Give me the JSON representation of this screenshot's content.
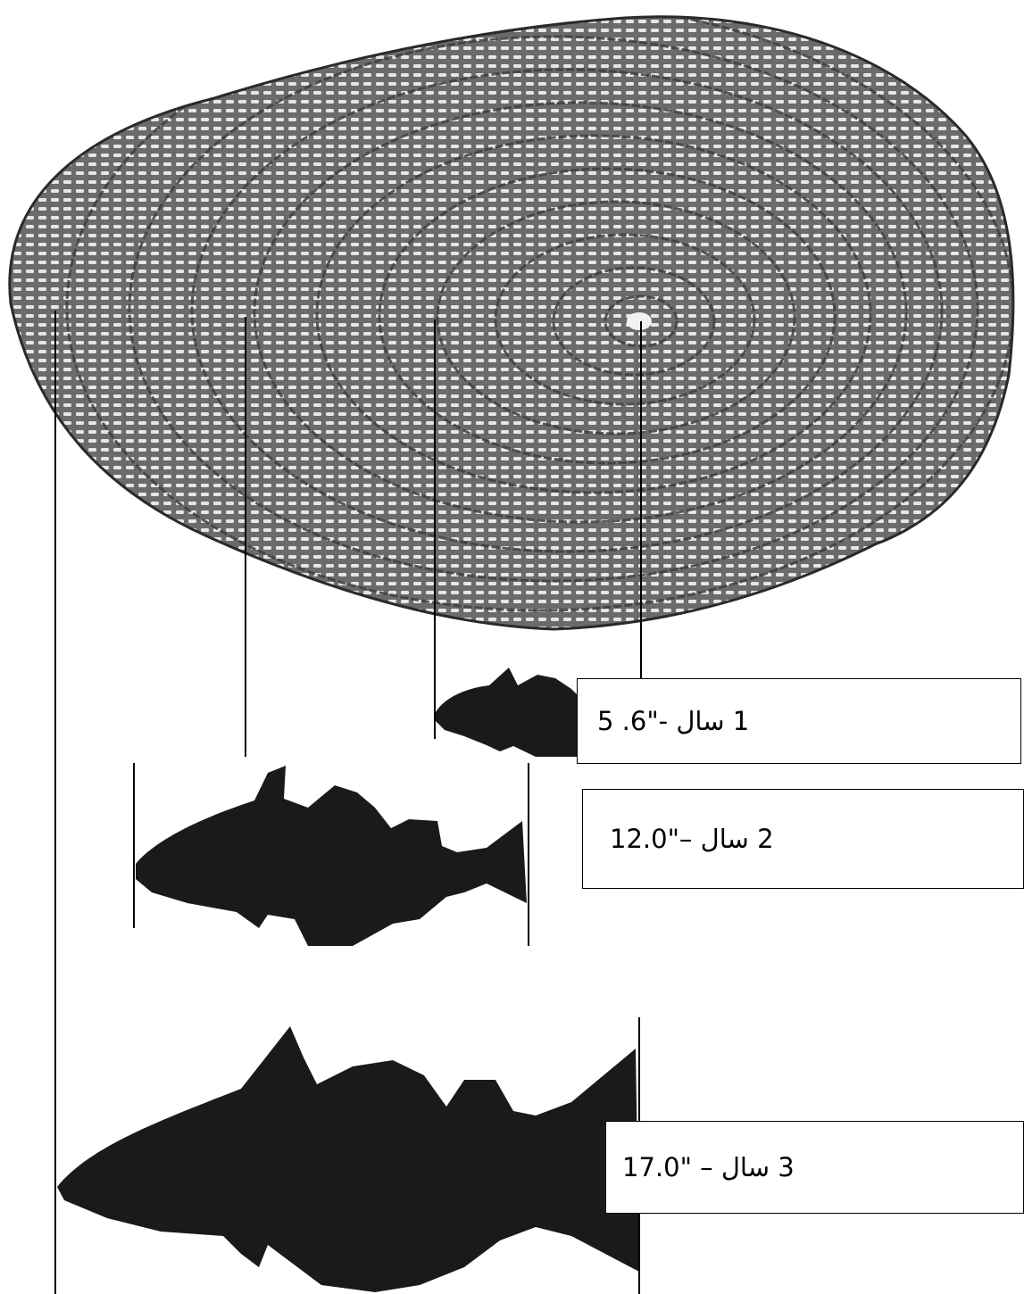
{
  "labels": {
    "year1": "1 سال -\"6. 5",
    "year2": "2 سال –\"12.0",
    "year3": "3 سال – \"17.0"
  },
  "colors": {
    "scale": "#5a5a5a",
    "fish": "#1a1a1a",
    "lines": "#000000"
  }
}
